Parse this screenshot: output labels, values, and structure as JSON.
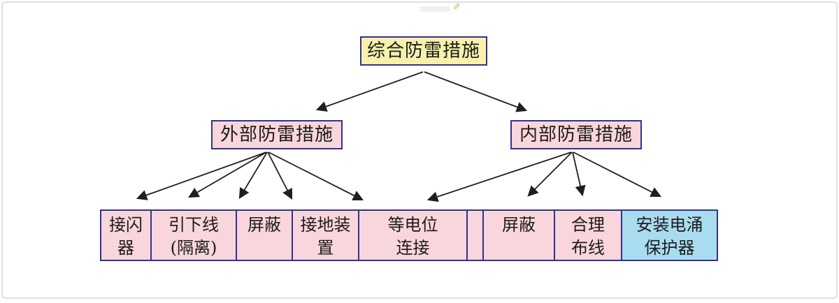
{
  "colors": {
    "root_fill": "#F7F1AD",
    "node_fill": "#F9D6DB",
    "highlight_fill": "#AADCF0",
    "node_border": "#32328E",
    "arrow": "#1F1F1F",
    "text": "#1C1C1C",
    "frame_border": "#E0E0E0",
    "watermark_icon_color": "#C9AA2E"
  },
  "nodes": {
    "root": "综合防雷措施",
    "external": "外部防雷措施",
    "internal": "内部防雷措施"
  },
  "leaves": [
    {
      "line1": "接闪",
      "line2": "器"
    },
    {
      "line1": "引下线",
      "line2": "(隔离)"
    },
    {
      "line1": "屏蔽",
      "line2": ""
    },
    {
      "line1": "接地装",
      "line2": "置"
    },
    {
      "line1": "等电位",
      "line2": "连接"
    },
    {
      "line1": "",
      "line2": ""
    },
    {
      "line1": "屏蔽",
      "line2": ""
    },
    {
      "line1": "合理",
      "line2": "布线"
    },
    {
      "line1": "安装电涌",
      "line2": "保护器"
    }
  ],
  "watermark": {
    "icon": "✎"
  }
}
